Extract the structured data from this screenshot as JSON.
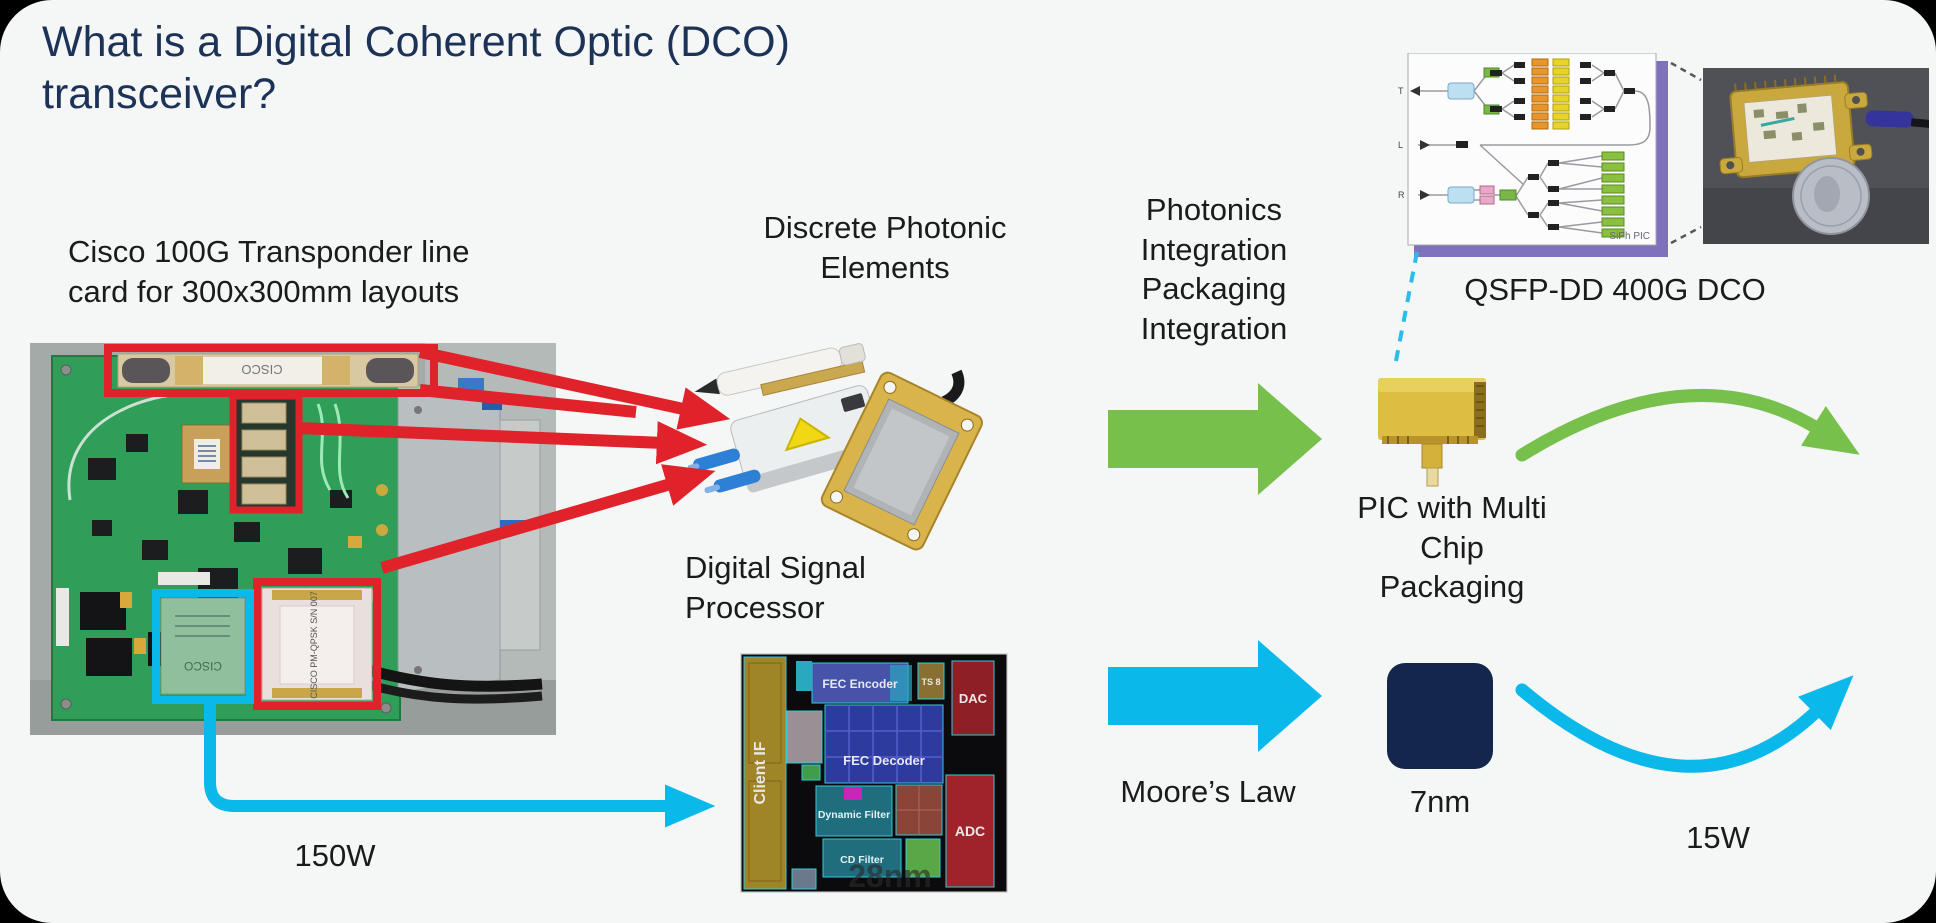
{
  "slide": {
    "title": "What is a Digital Coherent Optic (DCO)\ntransceiver?",
    "colors": {
      "red": "#e0232b",
      "cyan": "#0bb8ea",
      "green": "#76c04b",
      "navy_chip": "#15264d",
      "title_navy": "#1c3357",
      "background": "#f5f6f6"
    }
  },
  "board": {
    "caption": "Cisco 100G Transponder line\ncard for 300x300mm layouts",
    "power_label": "150W",
    "modules": {
      "optical_module_label": "CISCO",
      "pm_qpsk_label": "CISCO PM-QPSK S/N 007",
      "dsp_chip_label": "CISCO"
    }
  },
  "discrete_photonics": {
    "label": "Discrete Photonic\nElements"
  },
  "dsp": {
    "label": "Digital Signal\nProcessor",
    "die_blocks": {
      "client_if": "Client IF",
      "fec_encoder": "FEC Encoder",
      "fec_decoder": "FEC Decoder",
      "dynamic_filter": "Dynamic Filter",
      "cd_filter": "CD Filter",
      "dac": "DAC",
      "adc": "ADC",
      "ts": "TS 8",
      "process_node_watermark": "28nm"
    }
  },
  "transitions": {
    "photonics_arrow_label": "Photonics\nIntegration\nPackaging\nIntegration",
    "moores_law_label": "Moore’s Law"
  },
  "pic": {
    "label": "PIC with Multi\nChip\nPackaging"
  },
  "qsfp": {
    "label": "QSFP-DD 400G DCO",
    "schematic_label": "SiPh PIC",
    "schematic_ports": {
      "t": "T",
      "l": "L",
      "r": "R"
    }
  },
  "chip_7nm": {
    "label": "7nm"
  },
  "power_15w": {
    "label": "15W"
  }
}
